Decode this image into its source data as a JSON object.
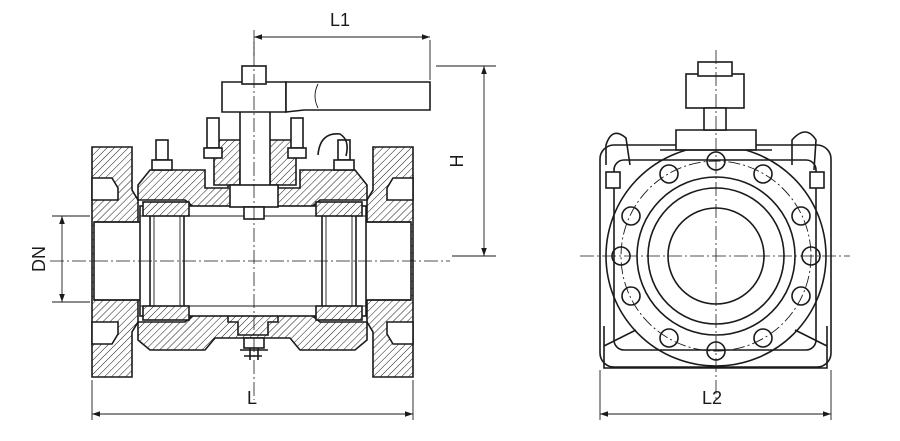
{
  "dimensions": {
    "l1": "L1",
    "h": "H",
    "dn": "DN",
    "l": "L",
    "l2": "L2"
  }
}
